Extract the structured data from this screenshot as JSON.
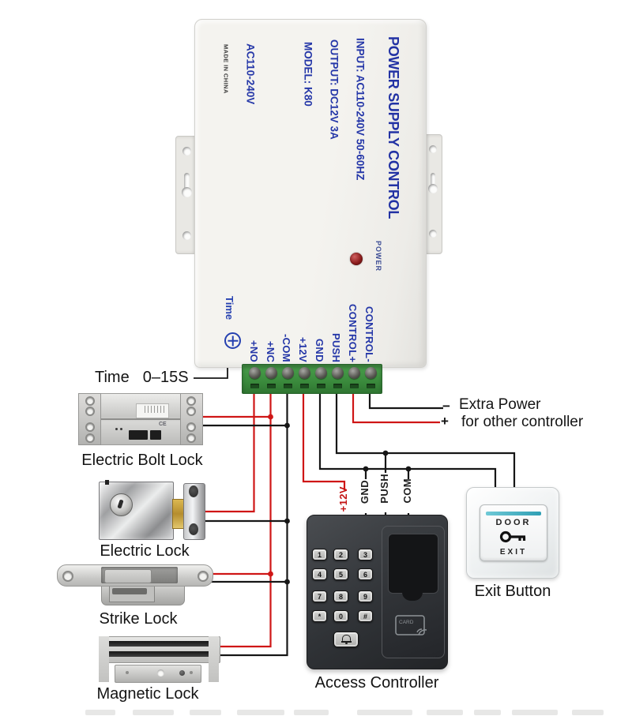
{
  "psu": {
    "title": "POWER SUPPLY CONTROL",
    "input_line": "INPUT: AC110-240V 50-60HZ",
    "output_line": "OUTPUT: DC12V 3A",
    "model_line": "MODEL: K80",
    "voltage_line": "AC110-240V",
    "made_in": "MADE IN CHINA",
    "power_led_label": "POWER",
    "time_label": "Time",
    "terminals": [
      "+NO",
      "+NC",
      "-COM",
      "+12V",
      "GND",
      "PUSH",
      "CONTROL+",
      "CONTROL-"
    ]
  },
  "annotations": {
    "time_note": {
      "label": "Time",
      "value": "0–15S"
    },
    "extra_power": {
      "minus": "−",
      "plus": "+",
      "line1": "Extra Power",
      "line2": "for other controller"
    },
    "wire_labels": {
      "plus12v": "+12V",
      "gnd": "GND",
      "push": "PUSH",
      "com": "COM"
    }
  },
  "devices": {
    "bolt_lock": {
      "label": "Electric Bolt Lock"
    },
    "electric_lock": {
      "label": "Electric Lock"
    },
    "strike_lock": {
      "label": "Strike Lock"
    },
    "magnetic_lock": {
      "label": "Magnetic Lock"
    },
    "access_controller": {
      "label": "Access Controller",
      "keys": [
        "1",
        "2",
        "3",
        "4",
        "5",
        "6",
        "7",
        "8",
        "9",
        "*",
        "0",
        "#"
      ],
      "card_label": "CARD"
    },
    "exit_button": {
      "label": "Exit Button",
      "door_text": "DOOR",
      "exit_text": "EXIT"
    }
  },
  "colors": {
    "psu_text_blue": "#2537a8",
    "wire_red": "#cf1616",
    "wire_black": "#161616",
    "terminal_green": "#3a8a3c",
    "exit_stripe_teal": "#4fb6c6",
    "led_red": "#8d1d1d",
    "time_dial_blue": "#2540b0"
  }
}
